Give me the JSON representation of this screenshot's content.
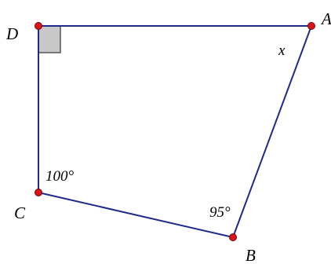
{
  "diagram": {
    "vertices": {
      "A": {
        "label": "A"
      },
      "B": {
        "label": "B"
      },
      "C": {
        "label": "C"
      },
      "D": {
        "label": "D"
      }
    },
    "angles": {
      "A": "x",
      "B": "95°",
      "C": "100°",
      "D": "right angle"
    },
    "colors": {
      "edge": "#1f2a8a",
      "vertex": "#d9141b",
      "right_angle_fill": "#c8c8c8"
    }
  }
}
